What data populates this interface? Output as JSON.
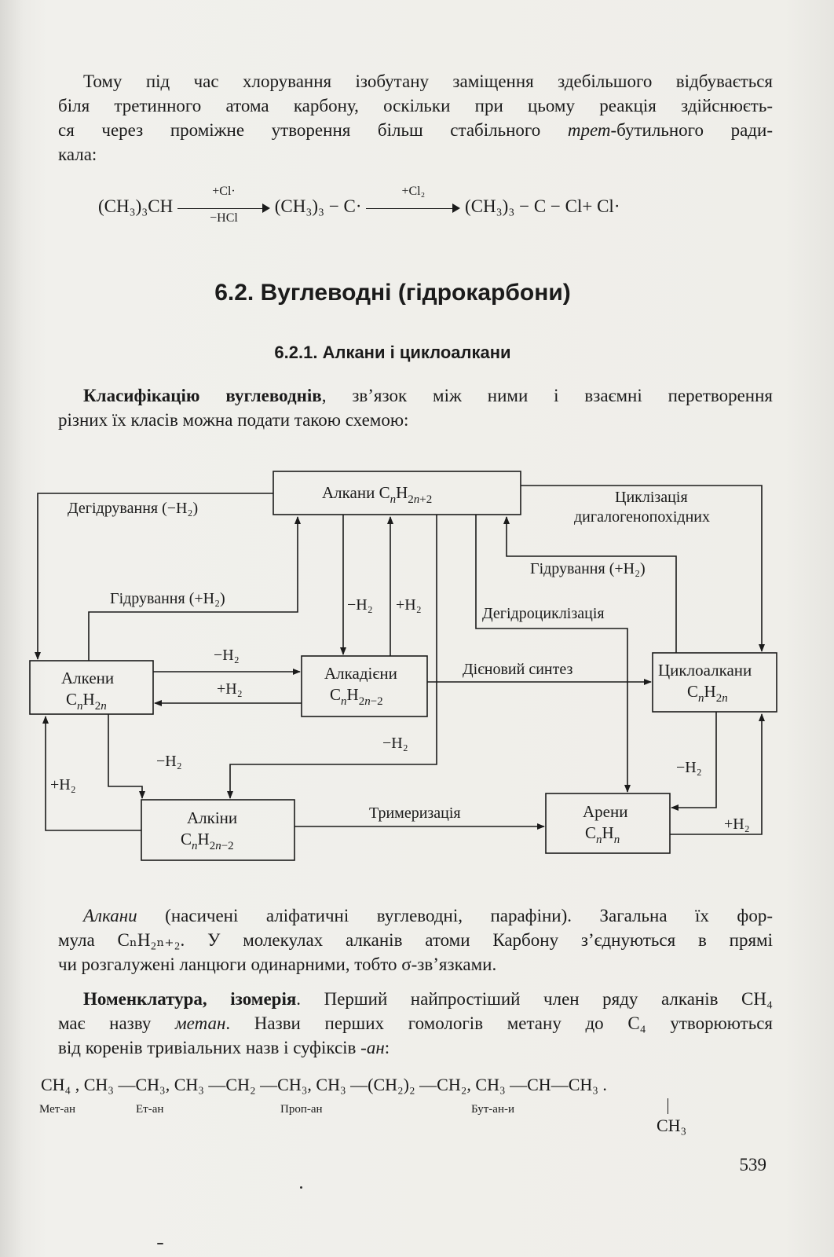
{
  "intro": {
    "lines": [
      "Тому під час хлорування ізобутану заміщення здебільшого відбувається",
      "біля третинного атома карбону, оскільки при цьому реакція здійснюєть-",
      "ся через проміжне утворення більш стабільного ",
      "кала:"
    ],
    "italic_word": "трет",
    "line3_tail": "-бутильного ради-"
  },
  "equation": {
    "reactant": "(CH₃)₃CH",
    "arrow1_above": "+Cl·",
    "arrow1_below": "−HCl",
    "intermediate": "(CH₃)₃ − C·",
    "arrow2_above": "+Cl₂",
    "product": "(CH₃)₃ − C − Cl+ Cl·"
  },
  "section_title": "6.2. Вуглеводні (гідрокарбони)",
  "subsection_title": "6.2.1. Алкани і циклоалкани",
  "classification": {
    "bold": "Класифікацію вуглеводнів",
    "line1_rest": ", зв’язок між ними і взаємні перетворення",
    "line2": "різних їх класів можна подати такою схемою:"
  },
  "diagram": {
    "nodes": {
      "alkanes": {
        "name": "Алкани",
        "formula": "CnH2n+2"
      },
      "alkenes": {
        "name": "Алкени",
        "formula": "CnH2n"
      },
      "alkadienes": {
        "name": "Алкадієни",
        "formula": "CnH2n−2"
      },
      "cycloalkanes": {
        "name": "Циклоалкани",
        "formula": "CnH2n"
      },
      "alkynes": {
        "name": "Алкіни",
        "formula": "CnH2n−2"
      },
      "arenes": {
        "name": "Арени",
        "formula": "CnHn"
      }
    },
    "labels": {
      "dehydrogenation": "Дегідрування (−H₂)",
      "hydrogenation_left": "Гідрування (+H₂)",
      "minus_h2": "−H₂",
      "plus_h2": "+H₂",
      "cyclization_1": "Циклізація",
      "cyclization_2": "дигалогенопохідних",
      "hydrogenation_right": "Гідрування (+H₂)",
      "dehydrocyclization": "Дегідроциклізація",
      "diene_synthesis": "Дієновий синтез",
      "trimerization": "Тримеризація"
    }
  },
  "alkanes_par": {
    "italic": "Алкани",
    "line1_rest": " (насичені аліфатичні вуглеводні, парафіни). Загальна їх фор-",
    "line2": "мула CₙH₂ₙ₊₂. У молекулах алканів атоми Карбону з’єднуються в прямі",
    "line3": "чи розгалужені ланцюги одинарними, тобто  σ-зв’язками."
  },
  "nomen_par": {
    "bold": "Номенклатура, ізомерія",
    "line1_rest": ". Перший найпростіший член ряду алканів CH₄",
    "line2_a": "має назву ",
    "line2_italic": "метан",
    "line2_b": ". Назви перших гомологів метану до C₄  утворюються",
    "line3_a": "від коренів тривіальних назв і суфіксів ",
    "line3_italic": "-ан",
    "line3_b": ":"
  },
  "formulas": {
    "line": "CH₄ , CH₃ —CH₃, CH₃ —CH₂ —CH₃, CH₃ —(CH₂)₂ —CH₂, CH₃ —CH—CH₃ .",
    "branch": "CH₃",
    "captions": [
      "Мет-ан",
      "Ет-ан",
      "Проп-ан",
      "Бут-ан-и"
    ]
  },
  "page_number": "539"
}
